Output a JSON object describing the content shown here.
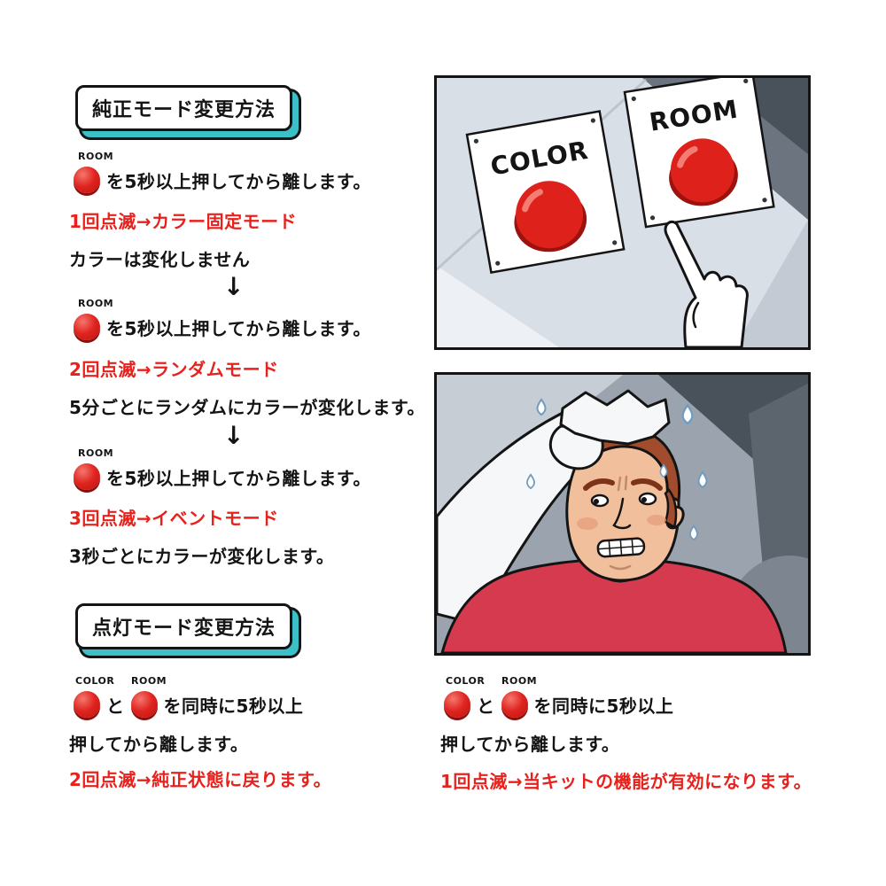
{
  "colors": {
    "accent_red": "#e8211d",
    "button_red": "#e02420",
    "badge_shadow_teal": "#3ac0c6",
    "ink": "#141414",
    "panel_wall": "#d8dfe7"
  },
  "badges": {
    "genuine": "純正モード変更方法",
    "lighting": "点灯モード変更方法"
  },
  "arrow_down": "↓",
  "steps": [
    {
      "button_label": "ROOM",
      "action": "を5秒以上押してから離します。",
      "result": "1回点滅→カラー固定モード",
      "note": "カラーは変化しません"
    },
    {
      "button_label": "ROOM",
      "action": "を5秒以上押してから離します。",
      "result": "2回点滅→ランダムモード",
      "note": "5分ごとにランダムにカラーが変化します。"
    },
    {
      "button_label": "ROOM",
      "action": "を5秒以上押してから離します。",
      "result": "3回点滅→イベントモード",
      "note": "3秒ごとにカラーが変化します。"
    }
  ],
  "combo_left": {
    "color_label": "COLOR",
    "room_label": "ROOM",
    "connector": "と",
    "action_line1": "を同時に5秒以上",
    "action_line2": "押してから離します。",
    "result": "2回点滅→純正状態に戻ります。"
  },
  "combo_right": {
    "color_label": "COLOR",
    "room_label": "ROOM",
    "connector": "と",
    "action_line1": "を同時に5秒以上",
    "action_line2": "押してから離します。",
    "result": "1回点滅→当キットの機能が有効になります。"
  },
  "comic": {
    "color_button_text": "COLOR",
    "room_button_text": "ROOM"
  }
}
